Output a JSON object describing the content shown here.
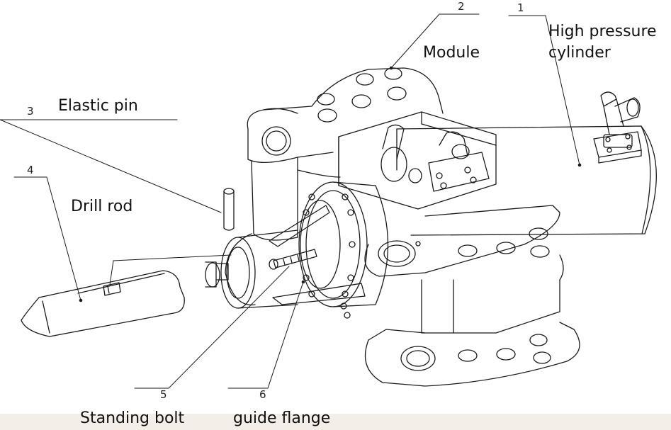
{
  "labels": {
    "part1": {
      "number": "1",
      "name_line1": "High pressure",
      "name_line2": "cylinder"
    },
    "part2": {
      "number": "2",
      "name": "Module"
    },
    "part3": {
      "number": "3",
      "name": "Elastic pin"
    },
    "part4": {
      "number": "4",
      "name": "Drill rod"
    },
    "part5": {
      "number": "5",
      "name": "Standing bolt"
    },
    "part6": {
      "number": "6",
      "name": "guide flange"
    }
  },
  "colors": {
    "line": "#1a1a1a",
    "background": "#ffffff",
    "footer_band": "#f3efe8"
  },
  "style": "technical line drawing, exploded isometric view"
}
